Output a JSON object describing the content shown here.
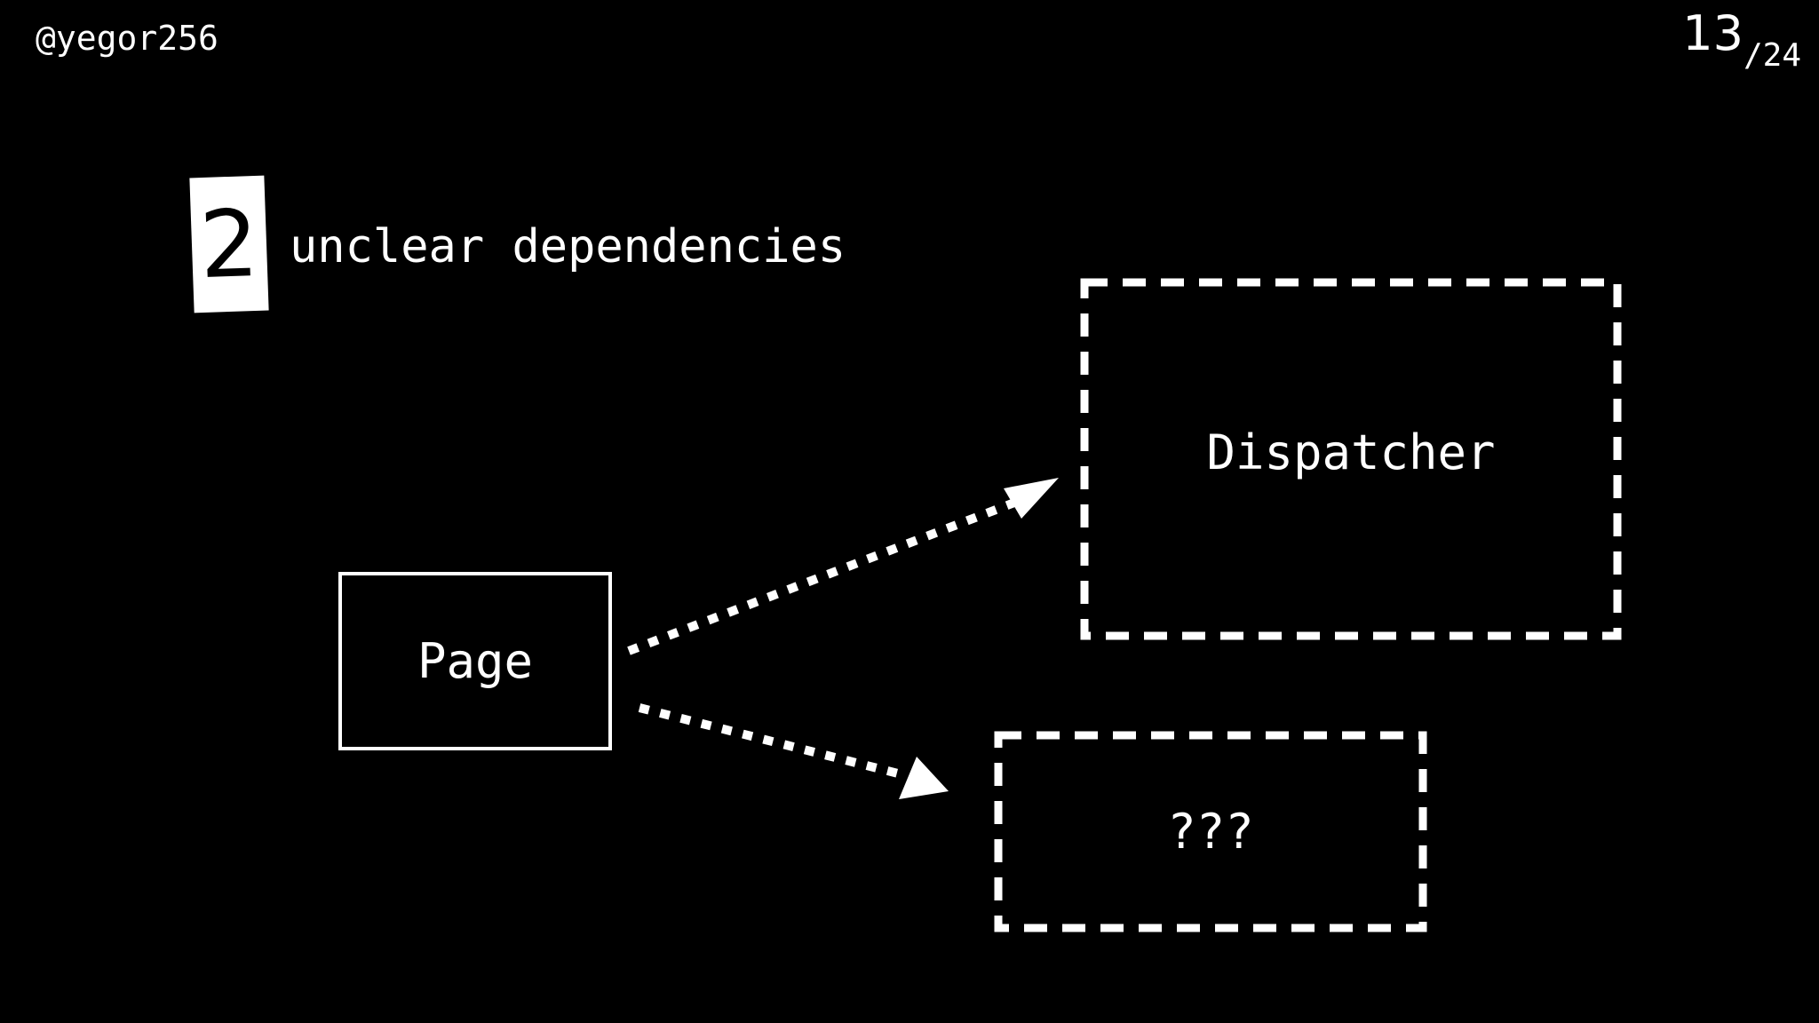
{
  "header": {
    "author": "@yegor256",
    "page_current": "13",
    "page_total": "/24"
  },
  "section": {
    "number": "2",
    "title": "unclear dependencies"
  },
  "diagram": {
    "nodes": [
      {
        "id": "page",
        "label": "Page",
        "border": "solid"
      },
      {
        "id": "dispatcher",
        "label": "Dispatcher",
        "border": "dashed"
      },
      {
        "id": "unknown",
        "label": "???",
        "border": "dashed"
      }
    ],
    "edges": [
      {
        "from": "page",
        "to": "dispatcher",
        "style": "dotted"
      },
      {
        "from": "page",
        "to": "unknown",
        "style": "dotted"
      }
    ]
  },
  "colors": {
    "background": "#000000",
    "foreground": "#ffffff"
  }
}
